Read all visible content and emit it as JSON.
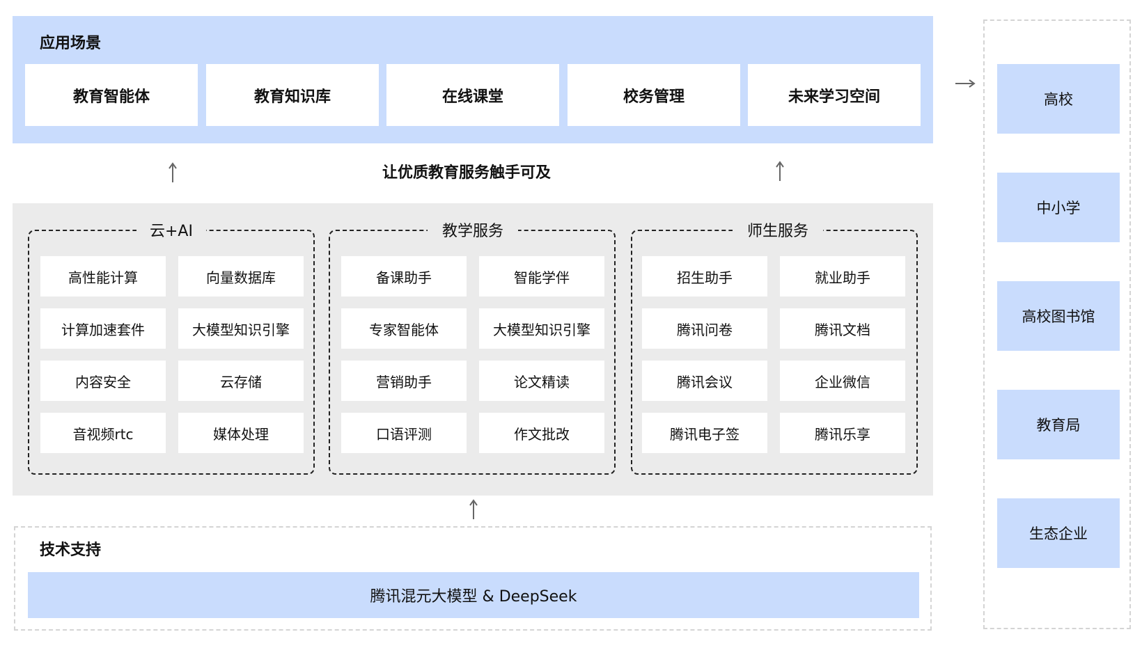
{
  "app_scenarios": {
    "title": "应用场景",
    "items": [
      "教育智能体",
      "教育知识库",
      "在线课堂",
      "校务管理",
      "未来学习空间"
    ]
  },
  "tagline": "让优质教育服务触手可及",
  "groups": [
    {
      "title": "云+AI",
      "items": [
        "高性能计算",
        "向量数据库",
        "计算加速套件",
        "大模型知识引擎",
        "内容安全",
        "云存储",
        "音视频rtc",
        "媒体处理"
      ]
    },
    {
      "title": "教学服务",
      "items": [
        "备课助手",
        "智能学伴",
        "专家智能体",
        "大模型知识引擎",
        "营销助手",
        "论文精读",
        "口语评测",
        "作文批改"
      ]
    },
    {
      "title": "师生服务",
      "items": [
        "招生助手",
        "就业助手",
        "腾讯问卷",
        "腾讯文档",
        "腾讯会议",
        "企业微信",
        "腾讯电子签",
        "腾讯乐享"
      ]
    }
  ],
  "tech_support": {
    "title": "技术支持",
    "bar": "腾讯混元大模型 & DeepSeek"
  },
  "audiences": [
    "高校",
    "中小学",
    "高校图书馆",
    "教育局",
    "生态企业"
  ],
  "colors": {
    "accent_blue": "#c9dcfd",
    "panel_gray": "#ebebeb",
    "arrow": "#666666"
  },
  "icons": {
    "up_arrow": "arrow-up-icon",
    "right_arrow": "arrow-right-icon"
  }
}
